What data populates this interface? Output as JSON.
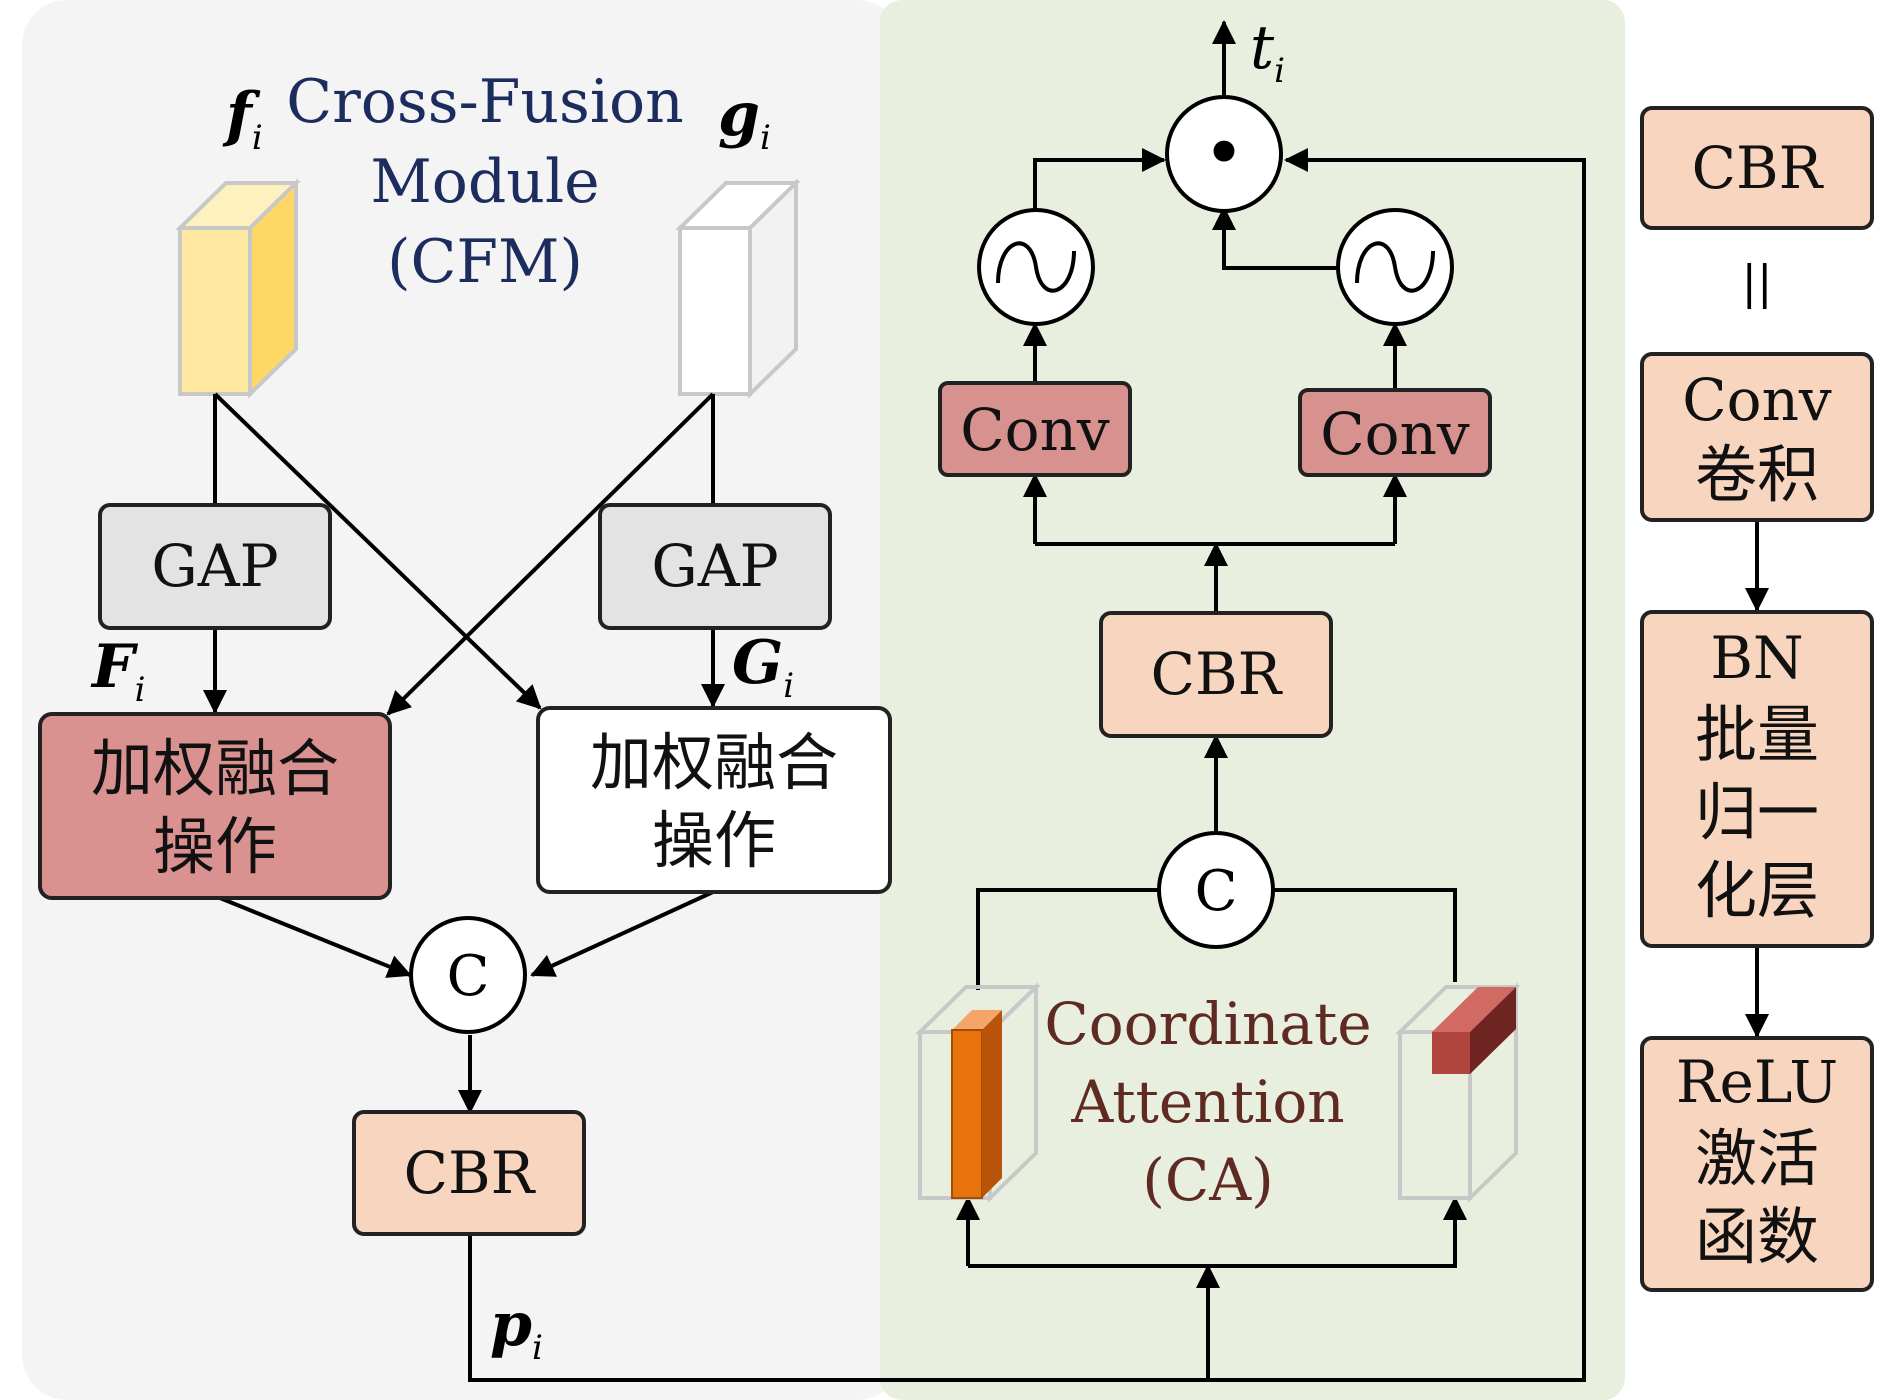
{
  "colors": {
    "cfm_panel": "#f4f4f4",
    "ca_panel": "#e8efdf",
    "cbr_fill": "#f8d5be",
    "conv_fill": "#d79290",
    "gap_fill": "#e3e3e3",
    "fusion_red_fill": "#d99290",
    "cfm_title": "#1c2c5e",
    "ca_title": "#5e2a22",
    "feature_f": "#ffe08a",
    "feature_bar_orange": "#e8730c",
    "feature_bar_red": "#8a2c2a"
  },
  "cfm": {
    "title": [
      "Cross-Fusion",
      "Module",
      "(CFM)"
    ],
    "input_f": {
      "base": "f",
      "sub": "i"
    },
    "input_g": {
      "base": "g",
      "sub": "i"
    },
    "gap_left": "GAP",
    "gap_right": "GAP",
    "pooled_F": {
      "base": "F",
      "sub": "i"
    },
    "pooled_G": {
      "base": "G",
      "sub": "i"
    },
    "fusion_left": [
      "加权融合",
      "操作"
    ],
    "fusion_right": [
      "加权融合",
      "操作"
    ],
    "concat": "C",
    "cbr": "CBR",
    "output_p": {
      "base": "p",
      "sub": "i"
    }
  },
  "ca": {
    "title": [
      "Coordinate",
      "Attention",
      "(CA)"
    ],
    "concat": "C",
    "cbr": "CBR",
    "conv_left": "Conv",
    "conv_right": "Conv",
    "product_symbol": "•",
    "output_t": {
      "base": "t",
      "sub": "i"
    }
  },
  "legend": {
    "cbr": "CBR",
    "equals": "||",
    "conv": [
      "Conv",
      "卷积"
    ],
    "bn": [
      "BN",
      "批量",
      "归一",
      "化层"
    ],
    "relu": [
      "ReLU",
      "激活",
      "函数"
    ]
  }
}
